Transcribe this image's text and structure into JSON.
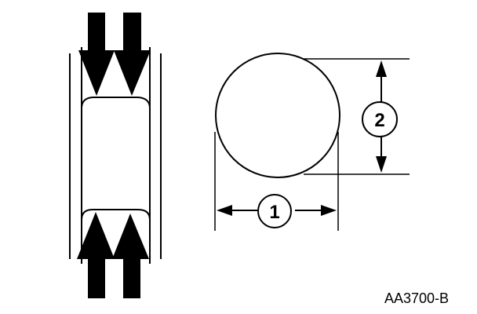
{
  "figure": {
    "reference_code": "AA3700-B",
    "callouts": [
      {
        "number": "1",
        "meaning": ""
      },
      {
        "number": "2",
        "meaning": ""
      }
    ]
  },
  "colors": {
    "ink": "#000000",
    "background": "#ffffff"
  }
}
